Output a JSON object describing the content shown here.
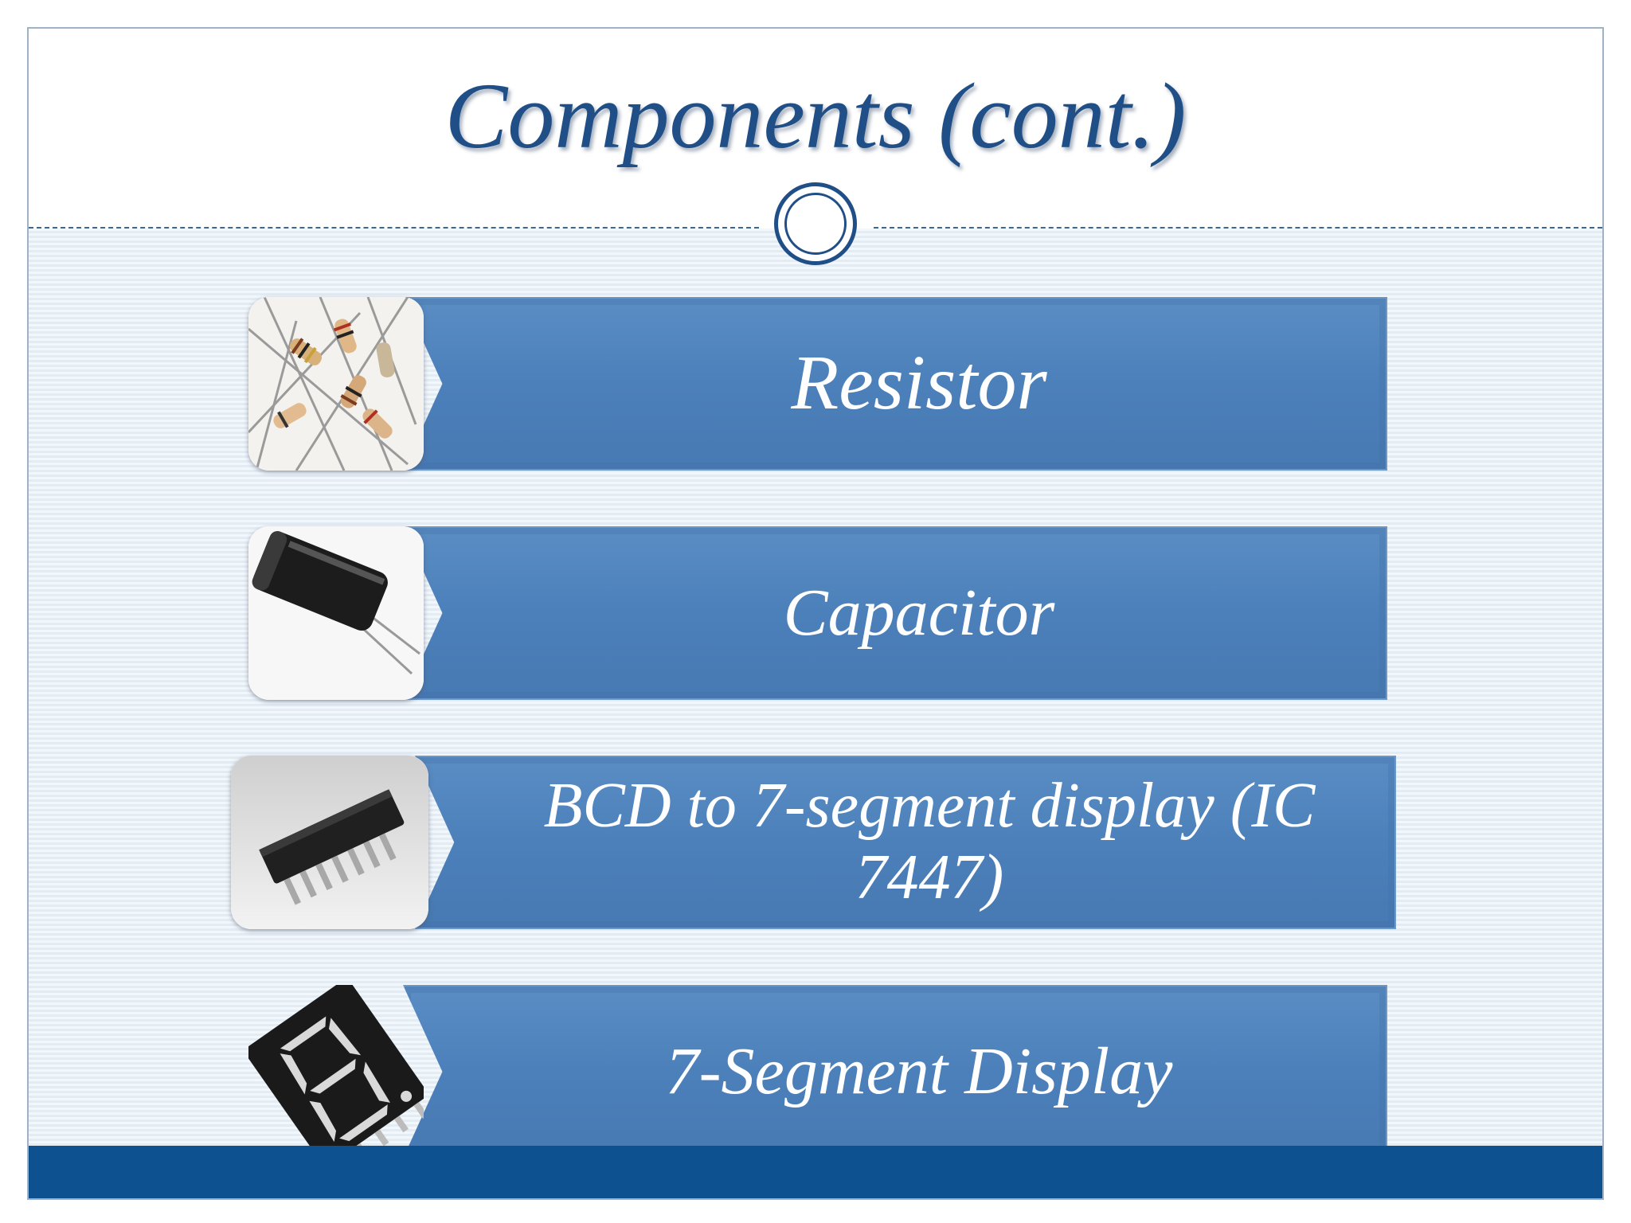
{
  "slide": {
    "title": "Components (cont.)"
  },
  "components": [
    {
      "label": "Resistor",
      "icon": "resistor-icon"
    },
    {
      "label": "Capacitor",
      "icon": "capacitor-icon"
    },
    {
      "label": "BCD to 7-segment display (IC 7447)",
      "icon": "ic-chip-icon"
    },
    {
      "label": "7-Segment Display",
      "icon": "seven-segment-icon"
    }
  ],
  "colors": {
    "title": "#1f4f86",
    "bar": "#4c80ba",
    "footer": "#0e5190"
  }
}
